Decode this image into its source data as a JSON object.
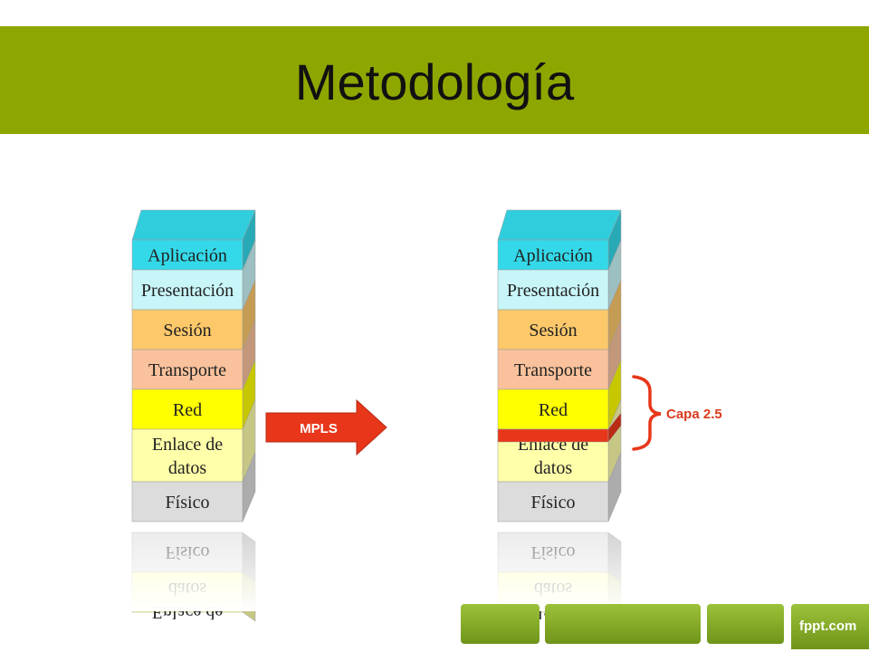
{
  "slide": {
    "title": "Metodología"
  },
  "left_stack": {
    "layers": [
      {
        "label": "Aplicación",
        "color": "#33d9e9"
      },
      {
        "label": "Presentación",
        "color": "#c8f5f8"
      },
      {
        "label": "Sesión",
        "color": "#fdc86a"
      },
      {
        "label": "Transporte",
        "color": "#fac29c"
      },
      {
        "label": "Red",
        "color": "#ffff00"
      },
      {
        "label": "Enlace de datos",
        "label_lines": [
          "Enlace de",
          "datos"
        ],
        "color": "#ffffaa"
      },
      {
        "label": "Físico",
        "color": "#dcdcdc"
      }
    ]
  },
  "right_stack": {
    "layers": [
      {
        "label": "Aplicación",
        "color": "#33d9e9"
      },
      {
        "label": "Presentación",
        "color": "#c8f5f8"
      },
      {
        "label": "Sesión",
        "color": "#fdc86a"
      },
      {
        "label": "Transporte",
        "color": "#fac29c"
      },
      {
        "label": "Red",
        "color": "#ffff00"
      },
      {
        "label": "Enlace de datos",
        "label_lines": [
          "Enlace de",
          "datos"
        ],
        "color": "#ffffaa"
      },
      {
        "label": "Físico",
        "color": "#dcdcdc"
      }
    ],
    "inserted_layer_color": "#e8361a"
  },
  "arrow": {
    "label": "MPLS",
    "color": "#e8361a"
  },
  "brace": {
    "label": "Capa 2.5",
    "color": "#e8361a"
  },
  "footer": {
    "logo_text": "fppt.com"
  }
}
